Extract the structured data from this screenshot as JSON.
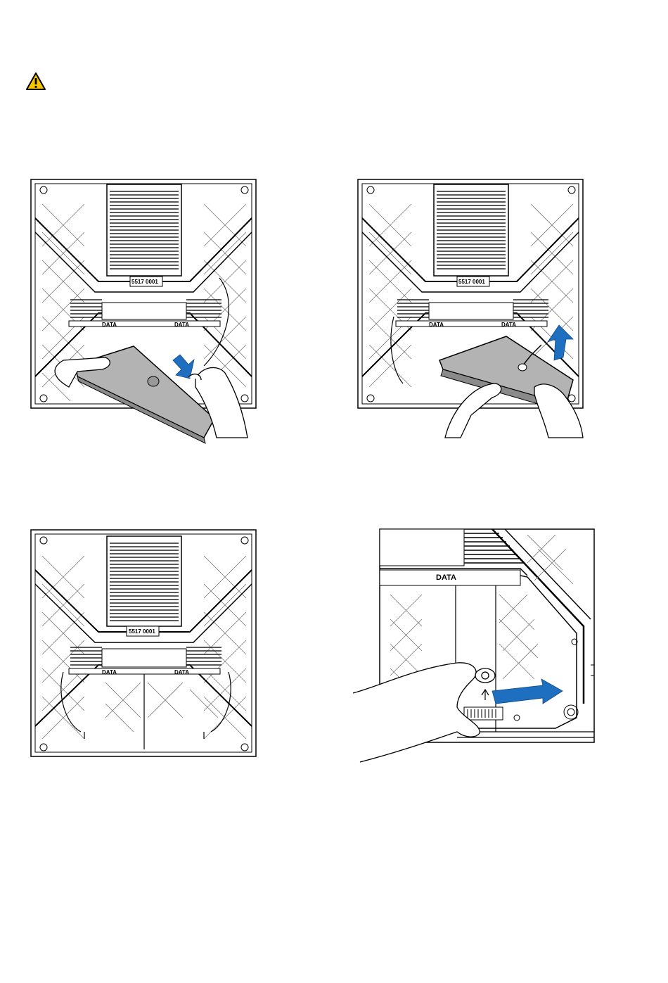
{
  "warning_icon": {
    "name": "warning-triangle-icon",
    "color": "#f5c400"
  },
  "labels": {
    "serial": "5517 0001",
    "serial_alt": "5517 0001",
    "data": "DATA"
  },
  "colors": {
    "arrow": "#1e6fbf",
    "cover": "#b3b3b3",
    "heatsink": "#222222"
  }
}
